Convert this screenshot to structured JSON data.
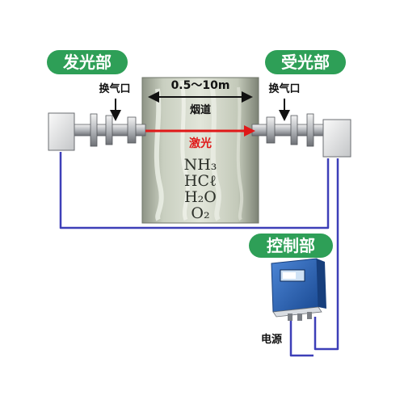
{
  "colors": {
    "pill_green": "#2e9f57",
    "wire_blue": "#3d3fb8",
    "laser_red": "#e01818",
    "stack_gray": "#c9cfc0",
    "controller_blue": "#1f5bb0"
  },
  "labels": {
    "emitter": "发光部",
    "receiver": "受光部",
    "controller": "控制部",
    "vent_left": "换气口",
    "vent_right": "换气口",
    "distance": "0.5～10m",
    "flue": "烟道",
    "laser": "激光",
    "power": "电源"
  },
  "gases": [
    "NH₃",
    "HCℓ",
    "H₂O",
    "O₂"
  ],
  "icons": {
    "arrow": "arrow-down-icon",
    "dimension": "double-arrow-icon"
  }
}
